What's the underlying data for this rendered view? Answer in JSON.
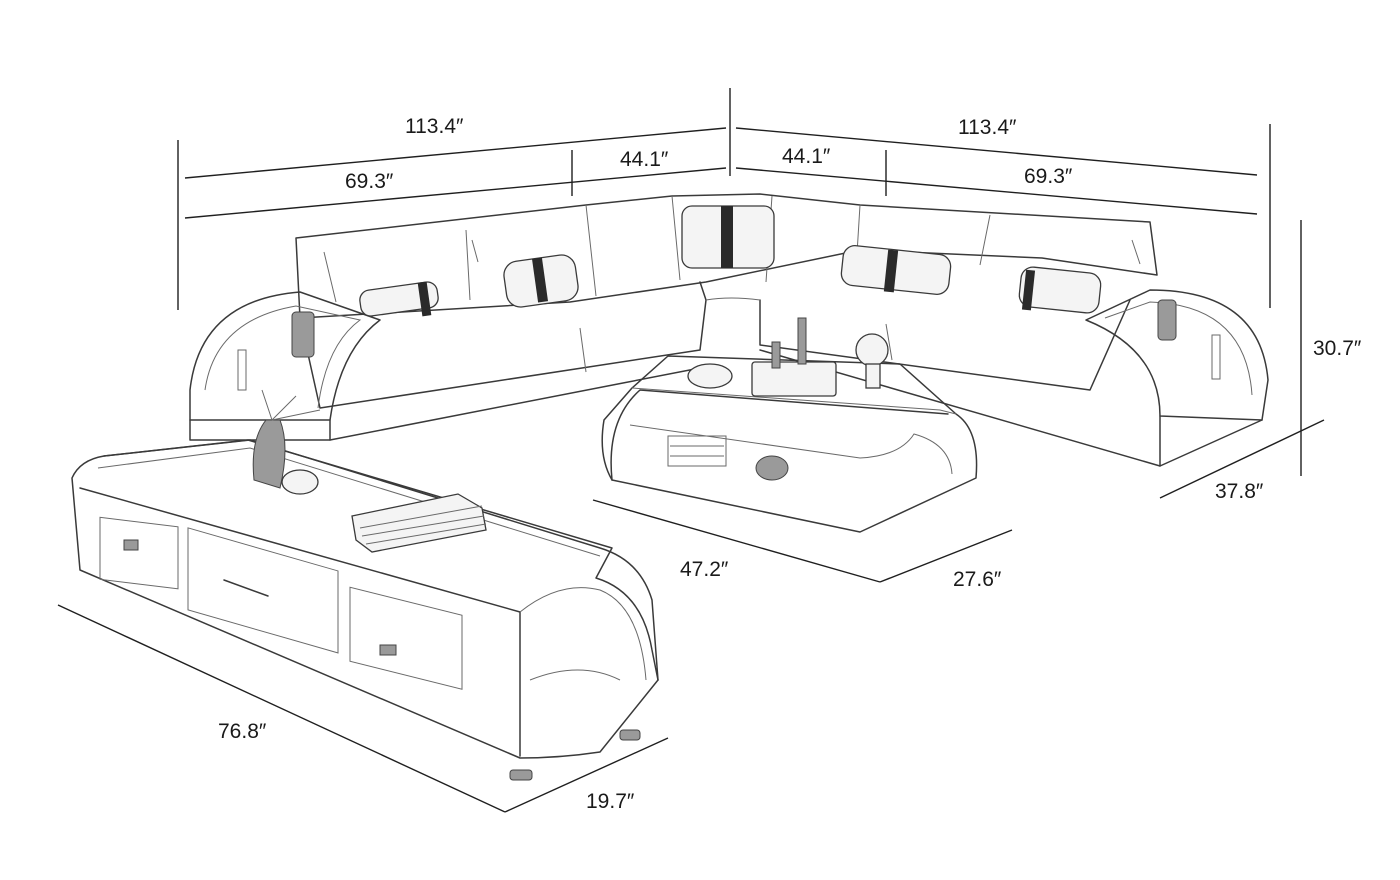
{
  "diagram": {
    "dimensions": {
      "sofa_left_total": "113.4″",
      "sofa_left_long": "69.3″",
      "sofa_left_corner": "44.1″",
      "sofa_right_total": "113.4″",
      "sofa_right_corner": "44.1″",
      "sofa_right_long": "69.3″",
      "sofa_height": "30.7″",
      "sofa_depth": "37.8″",
      "coffee_table_length": "47.2″",
      "coffee_table_width": "27.6″",
      "tv_stand_length": "76.8″",
      "tv_stand_depth": "19.7″"
    }
  }
}
